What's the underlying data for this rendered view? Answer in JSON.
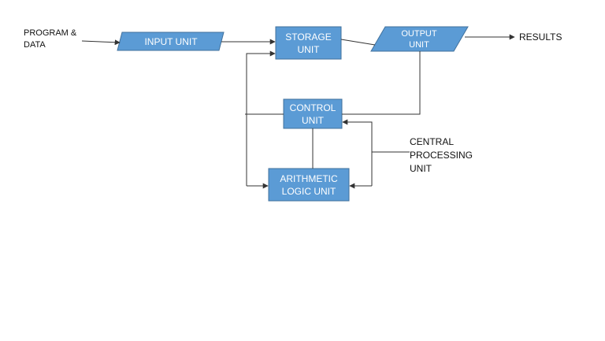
{
  "diagram": {
    "labels": {
      "input_source": "PROGRAM & DATA",
      "results": "RESULTS",
      "cpu": "CENTRAL PROCESSING UNIT"
    },
    "nodes": {
      "input_unit": "INPUT UNIT",
      "storage_unit": "STORAGE UNIT",
      "output_unit": "OUTPUT UNIT",
      "control_unit": "CONTROL UNIT",
      "alu": "ARITHMETIC LOGIC UNIT"
    },
    "colors": {
      "box_fill": "#5b9bd5",
      "box_stroke": "#41719c",
      "line": "#333333",
      "text_on_box": "#ffffff"
    }
  }
}
